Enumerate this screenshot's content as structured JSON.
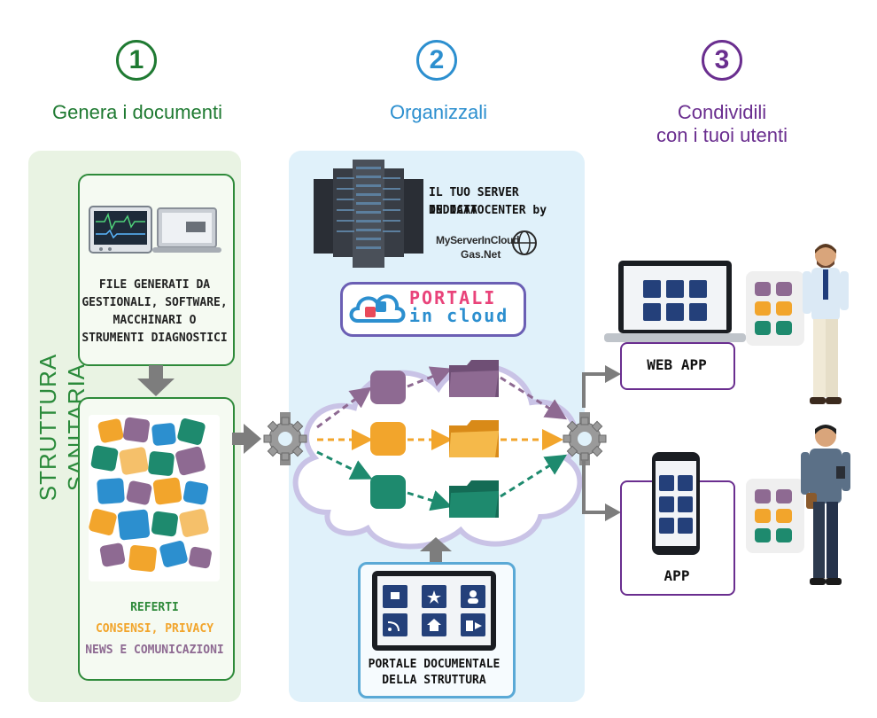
{
  "steps": [
    {
      "num": "1",
      "title": "Genera i documenti",
      "color": "#1f7a32"
    },
    {
      "num": "2",
      "title": "Organizzali",
      "color": "#2c8fcf"
    },
    {
      "num": "3",
      "title_line1": "Condividili",
      "title_line2": "con i tuoi utenti",
      "color": "#6a2e8f"
    }
  ],
  "left": {
    "vertical_label": "STRUTTURA SANITARIA",
    "files_line1": "FILE GENERATI DA",
    "files_line2": "GESTIONALI, SOFTWARE,",
    "files_line3": "MACCHINARI O",
    "files_line4": "STRUMENTI DIAGNOSTICI",
    "doc_referti": "REFERTI",
    "doc_consensi": "CONSENSI, PRIVACY",
    "doc_news": "NEWS E COMUNICAZIONI"
  },
  "middle": {
    "server_line1": "IL TUO SERVER DEDICATO",
    "server_line2": "IN DATA CENTER by",
    "brand_line1": "MyServerInCloud",
    "brand_line2": "Gas.Net",
    "logo_line1": "PORTALI",
    "logo_line2": "in cloud",
    "portal_line1": "PORTALE DOCUMENTALE",
    "portal_line2": "DELLA STRUTTURA"
  },
  "right": {
    "web_app": "WEB APP",
    "app": "APP"
  },
  "colors": {
    "purple": "#8e6a92",
    "orange": "#f2a52c",
    "teal": "#1e8a6e",
    "green": "#1f7a32",
    "blue": "#2c8fcf",
    "violet": "#6a2e8f",
    "navy": "#24407a"
  }
}
